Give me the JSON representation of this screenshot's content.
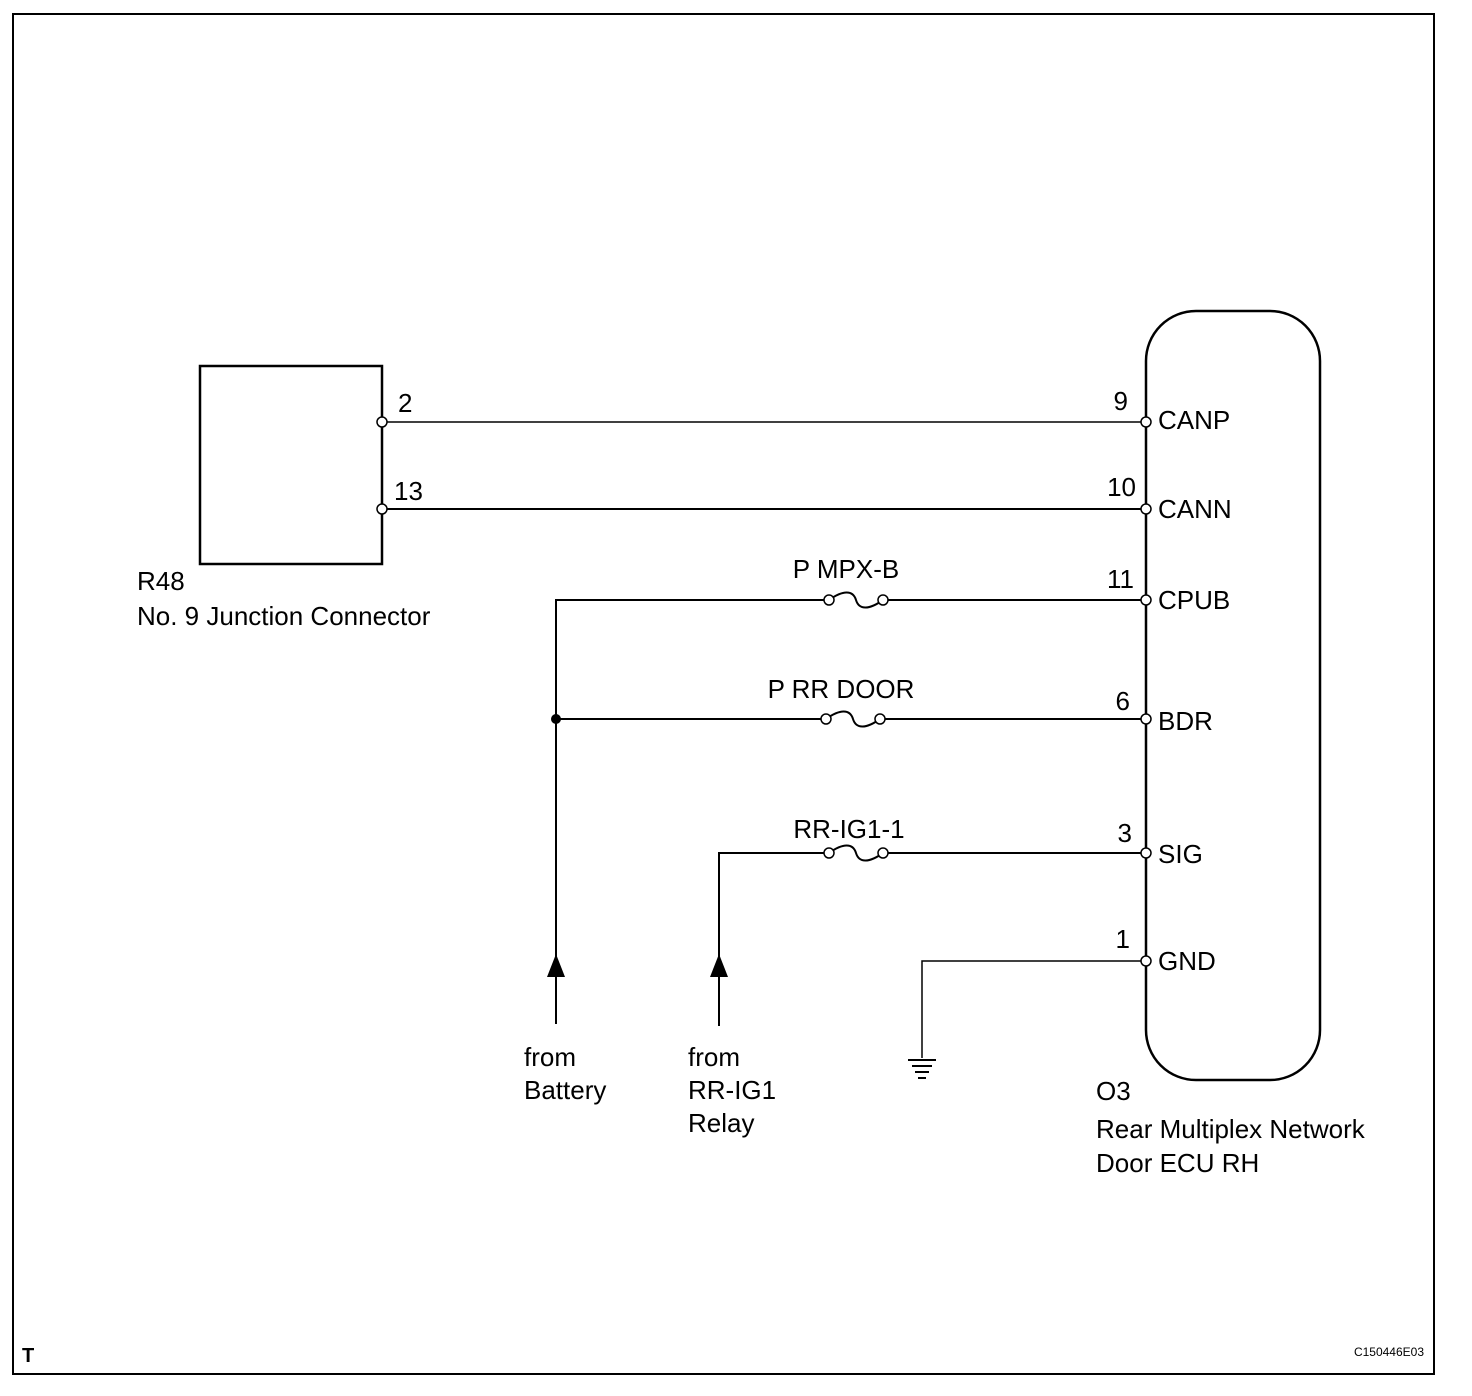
{
  "connector_r48": {
    "code": "R48",
    "name": "No. 9 Junction Connector",
    "pins": [
      "2",
      "13"
    ]
  },
  "ecu_o3": {
    "code": "O3",
    "name_line1": "Rear Multiplex Network",
    "name_line2": "Door ECU RH",
    "pins": [
      {
        "num": "9",
        "label": "CANP"
      },
      {
        "num": "10",
        "label": "CANN"
      },
      {
        "num": "11",
        "label": "CPUB"
      },
      {
        "num": "6",
        "label": "BDR"
      },
      {
        "num": "3",
        "label": "SIG"
      },
      {
        "num": "1",
        "label": "GND"
      }
    ]
  },
  "fuses": {
    "mpx": "P MPX-B",
    "rr_door": "P RR DOOR",
    "rr_ig1": "RR-IG1-1"
  },
  "sources": {
    "battery_line1": "from",
    "battery_line2": "Battery",
    "relay_line1": "from",
    "relay_line2": "RR-IG1",
    "relay_line3": "Relay"
  },
  "footer": {
    "corner_mark": "T",
    "figure_code": "C150446E03"
  }
}
